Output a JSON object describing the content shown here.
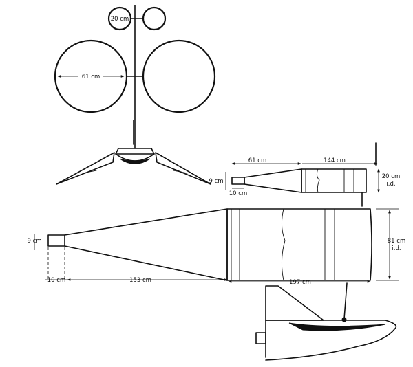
{
  "labels": {
    "small_cup_diameter": "20 cm",
    "large_cup_diameter": "61 cm",
    "small_funnel_mouth_length": "61 cm",
    "small_funnel_body_length": "144 cm",
    "small_funnel_inlet": "9 cm",
    "small_funnel_inlet_length": "10 cm",
    "small_funnel_body_diameter": "20 cm",
    "small_funnel_body_id": "i.d.",
    "large_funnel_inlet": "9 cm",
    "large_funnel_inlet_length": "10 cm",
    "large_funnel_cone_length": "153 cm",
    "large_funnel_body_length": "197 cm",
    "large_funnel_body_diameter": "81 cm",
    "large_funnel_body_id": "i.d."
  }
}
